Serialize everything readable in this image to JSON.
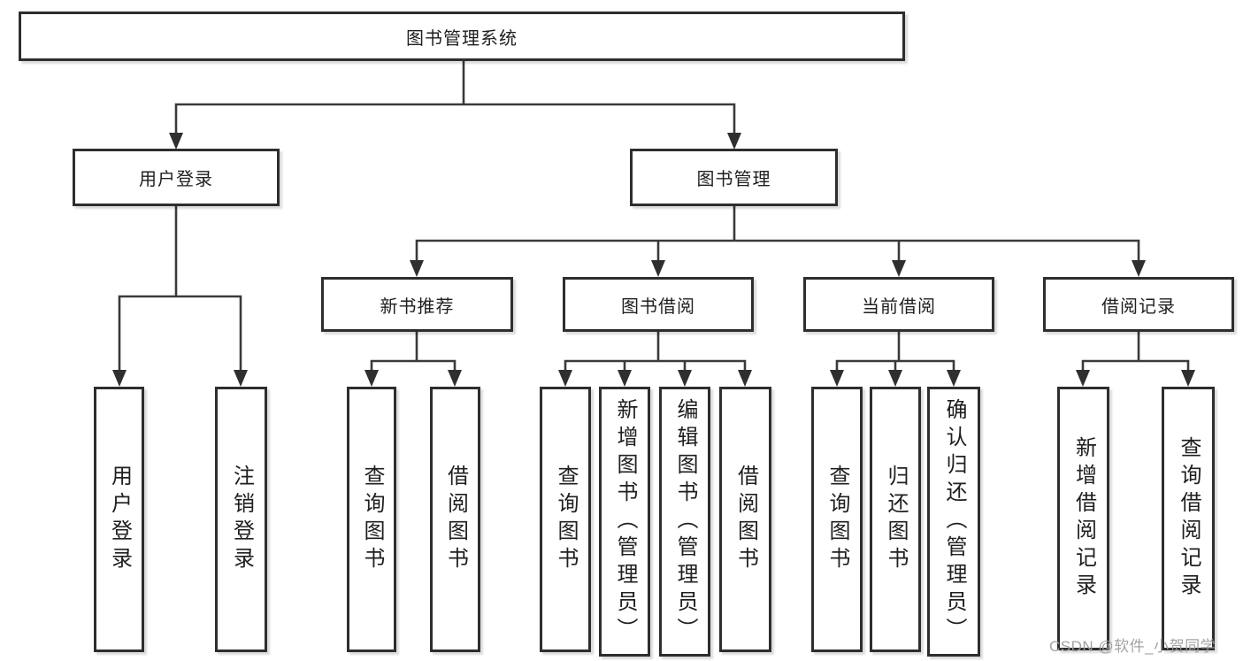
{
  "diagram": {
    "type": "tree",
    "title": "图书管理系统",
    "watermark": "CSDN @软件_小贺同学",
    "colors": {
      "line": "#3a3a3a",
      "box_border": "#2e2e2e",
      "text": "#1f1f1f",
      "background": "#ffffff",
      "watermark": "#9e9e9e"
    },
    "nodes": {
      "root": {
        "label": "图书管理系统"
      },
      "level2": [
        {
          "label": "用户登录"
        },
        {
          "label": "图书管理"
        }
      ],
      "level3": [
        {
          "label": "新书推荐"
        },
        {
          "label": "图书借阅"
        },
        {
          "label": "当前借阅"
        },
        {
          "label": "借阅记录"
        }
      ],
      "leaves": [
        {
          "label": "用户登录"
        },
        {
          "label": "注销登录"
        },
        {
          "label": "查询图书"
        },
        {
          "label": "借阅图书"
        },
        {
          "label": "查询图书"
        },
        {
          "label": "新增图书（管理员）"
        },
        {
          "label": "编辑图书（管理员）"
        },
        {
          "label": "借阅图书"
        },
        {
          "label": "查询图书"
        },
        {
          "label": "归还图书"
        },
        {
          "label": "确认归还（管理员）"
        },
        {
          "label": "新增借阅记录"
        },
        {
          "label": "查询借阅记录"
        }
      ]
    },
    "hierarchy": {
      "图书管理系统": [
        "用户登录",
        "图书管理"
      ],
      "用户登录": [
        "用户登录",
        "注销登录"
      ],
      "图书管理": [
        "新书推荐",
        "图书借阅",
        "当前借阅",
        "借阅记录"
      ],
      "新书推荐": [
        "查询图书",
        "借阅图书"
      ],
      "图书借阅": [
        "查询图书",
        "新增图书（管理员）",
        "编辑图书（管理员）",
        "借阅图书"
      ],
      "当前借阅": [
        "查询图书",
        "归还图书",
        "确认归还（管理员）"
      ],
      "借阅记录": [
        "新增借阅记录",
        "查询借阅记录"
      ]
    }
  }
}
